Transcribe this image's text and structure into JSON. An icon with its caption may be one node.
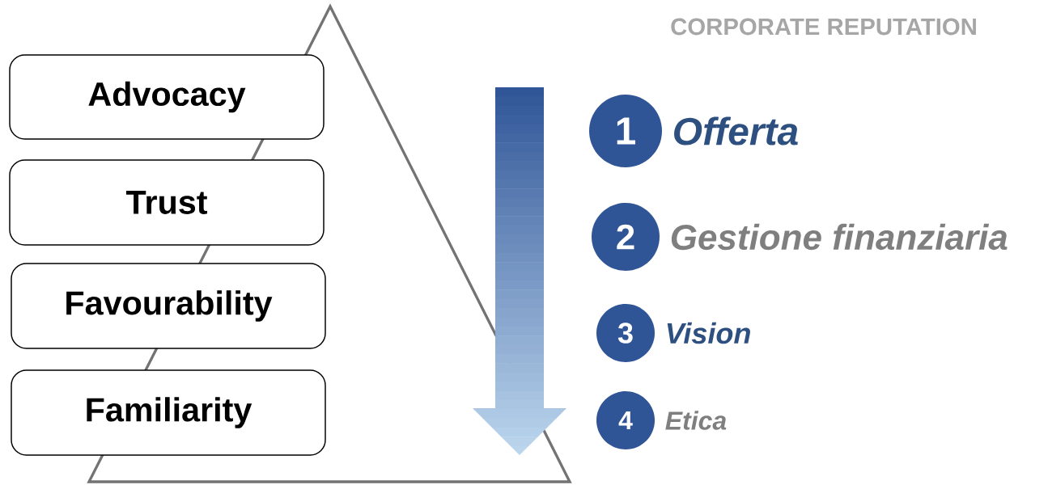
{
  "diagram": {
    "title": "CORPORATE REPUTATION",
    "nodes": [
      {
        "text": [
          "Advocacy"
        ]
      },
      {
        "text": [
          "Trust"
        ]
      },
      {
        "text": [
          "Favourability"
        ]
      },
      {
        "text": [
          "Familiarity"
        ]
      },
      {
        "text": [
          "1"
        ],
        "beside": [
          "Offerta"
        ]
      },
      {
        "text": [
          "2"
        ],
        "beside": [
          "Gestione finanziaria"
        ]
      },
      {
        "text": [
          "3"
        ],
        "beside": [
          "Vision"
        ]
      },
      {
        "text": [
          "4"
        ],
        "beside": [
          "Etica"
        ]
      }
    ]
  }
}
